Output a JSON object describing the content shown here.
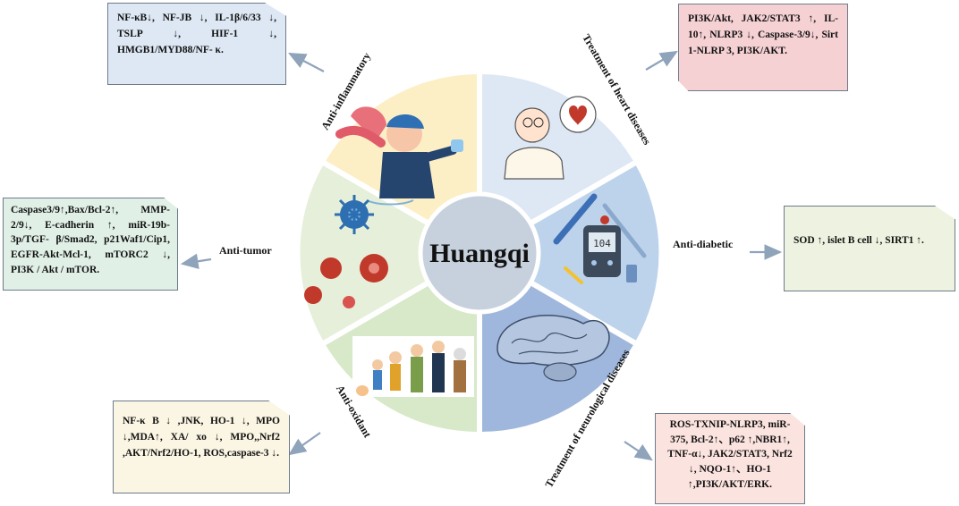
{
  "center": {
    "title": "Huangqi"
  },
  "colors": {
    "inflammatory": "#fcefc6",
    "heart": "#dde8f4",
    "diabetic": "#bdd3eb",
    "neuro": "#9fb7dc",
    "oxidant": "#d7e9c8",
    "tumor": "#e6efd9",
    "hub": "#c7d1dd",
    "arrow": "#8fa3bb"
  },
  "sectors": {
    "inflammatory": "Anti-inflammatory",
    "heart": "Treatment of heart diseases",
    "diabetic": "Anti-diabetic",
    "neuro": "Treatment of neurological diseases",
    "oxidant": "Anti-oxidant",
    "tumor": "Anti-tumor"
  },
  "boxes": {
    "inflammatory": "NF-κB↓, NF-JB ↓, IL-1β/6/33 ↓, TSLP ↓, HIF-1 ↓, HMGB1/MYD88/NF- κ.",
    "heart": "PI3K/Akt, JAK2/STAT3 ↑, IL-10↑, NLRP3 ↓, Caspase-3/9↓, Sirt 1-NLRP 3, PI3K/AKT.",
    "diabetic": "SOD ↑, islet B cell ↓, SIRT1 ↑.",
    "tumor": "Caspase3/9↑,Bax/Bcl-2↑, MMP-2/9↓, E-cadherin ↑, miR-19b-3p/TGF- β/Smad2, p21Waf1/Cip1, EGFR-Akt-Mcl-1, mTORC2 ↓, PI3K / Akt / mTOR.",
    "oxidant": "NF-κ B ↓ ,JNK, HO-1 ↓, MPO ↓,MDA↑, XA/ xo ↓, MPO,,Nrf2 ,AKT/Nrf2/HO-1, ROS,caspase-3 ↓.",
    "neuro": "ROS-TXNIP-NLRP3, miR-375, Bcl-2↑、p62 ↑,NBR1↑, TNF-α↓, JAK2/STAT3, Nrf2 ↓, NQO-1↑、HO-1 ↑,PI3K/AKT/ERK."
  },
  "glucometer": {
    "reading": "104"
  }
}
